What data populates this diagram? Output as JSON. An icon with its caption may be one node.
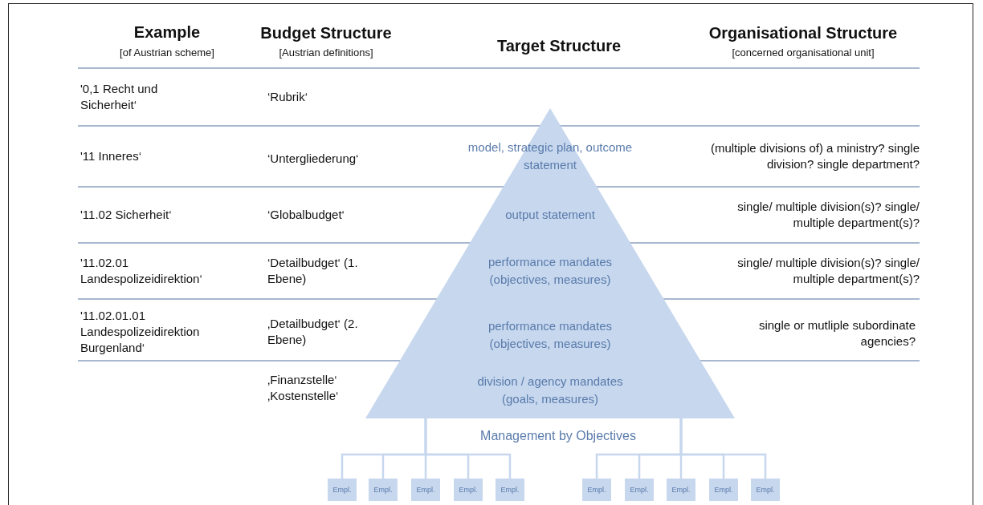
{
  "diagram": {
    "nodes": [
      {
        "text": [
          "model, strategic plan, outcome statement",
          "output statement",
          "performance mandates (objectives, measures)",
          "performance mandates (objectives, measures)",
          "division / agency mandates (goals, measures)"
        ]
      },
      {
        "text": [
          "Empl."
        ]
      },
      {
        "text": [
          "Empl."
        ]
      },
      {
        "text": [
          "Empl."
        ]
      },
      {
        "text": [
          "Empl."
        ]
      },
      {
        "text": [
          "Empl."
        ]
      },
      {
        "text": [
          "Empl."
        ]
      },
      {
        "text": [
          "Empl."
        ]
      },
      {
        "text": [
          "Empl."
        ]
      },
      {
        "text": [
          "Empl."
        ]
      },
      {
        "text": [
          "Empl."
        ]
      }
    ],
    "edges": [
      {
        "from": 0,
        "to": 1,
        "arrow": "none"
      },
      {
        "from": 0,
        "to": 2,
        "arrow": "none"
      },
      {
        "from": 0,
        "to": 3,
        "arrow": "none"
      },
      {
        "from": 0,
        "to": 4,
        "arrow": "none"
      },
      {
        "from": 0,
        "to": 5,
        "arrow": "none"
      },
      {
        "from": 0,
        "to": 6,
        "arrow": "none"
      },
      {
        "from": 0,
        "to": 7,
        "arrow": "none"
      },
      {
        "from": 0,
        "to": 8,
        "arrow": "none"
      },
      {
        "from": 0,
        "to": 9,
        "arrow": "none"
      },
      {
        "from": 0,
        "to": 10,
        "arrow": "none"
      }
    ],
    "labels": [
      "Example",
      "[of Austrian scheme]",
      "Budget Structure",
      "[Austrian definitions]",
      "Target Structure",
      "Organisational Structure",
      "[concerned organisational unit]",
      "'0,1 Recht und Sicherheit‘",
      "‘Rubrik‘",
      "'11 Inneres‘",
      "‘Untergliederung‘",
      "(multiple divisions of) a ministry? single division? single department?",
      "'11.02 Sicherheit‘",
      "‘Globalbudget‘",
      "single/ multiple division(s)? single/ multiple department(s)?",
      "'11.02.01 Landespolizeidirektion‘",
      "‘Detailbudget‘ (1. Ebene)",
      "single/ multiple division(s)? single/ multiple department(s)?",
      "'11.02.01.01 Landespolizeidirektion Burgenland‘",
      "‚Detailbudget‘ (2. Ebene)",
      "single or mutliple subordinate agencies?",
      "‚Finanzstelle‘ ‚Kostenstelle‘",
      "Management by Objectives"
    ]
  }
}
